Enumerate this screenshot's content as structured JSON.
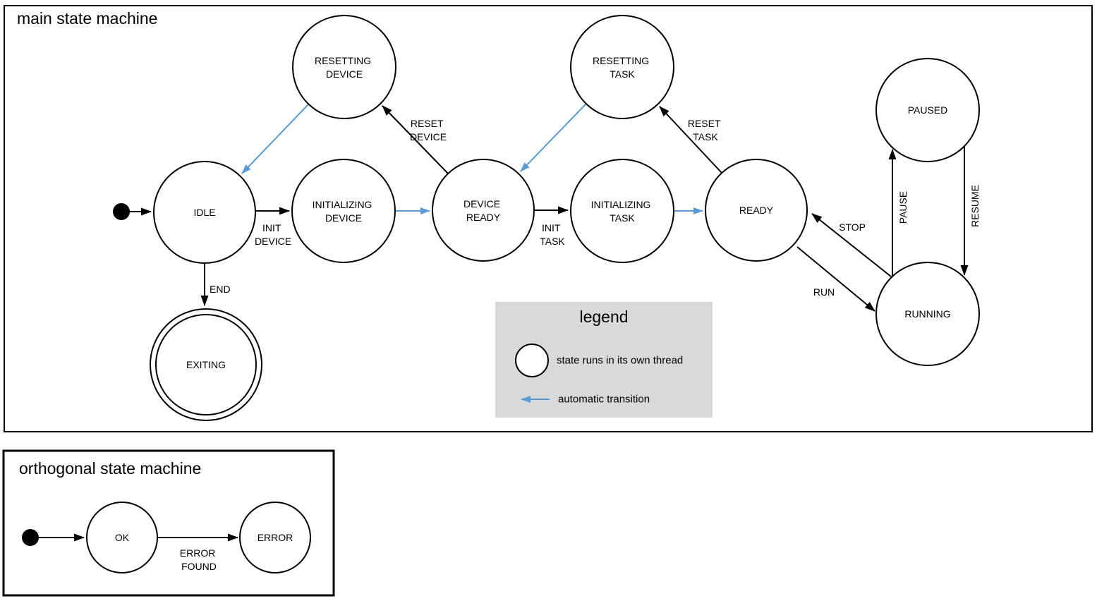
{
  "colors": {
    "threaded_state_fill": "#b4c7e7",
    "auto_transition": "#5b9bd5",
    "legend_bg": "#d9d9d9"
  },
  "main": {
    "title": "main state machine",
    "states": {
      "idle": {
        "label": "IDLE"
      },
      "resetting_device": {
        "line1": "RESETTING",
        "line2": "DEVICE"
      },
      "initializing_device": {
        "line1": "INITIALIZING",
        "line2": "DEVICE"
      },
      "device_ready": {
        "line1": "DEVICE",
        "line2": "READY"
      },
      "resetting_task": {
        "line1": "RESETTING",
        "line2": "TASK"
      },
      "initializing_task": {
        "line1": "INITIALIZING",
        "line2": "TASK"
      },
      "ready": {
        "label": "READY"
      },
      "paused": {
        "label": "PAUSED"
      },
      "running": {
        "label": "RUNNING"
      },
      "exiting": {
        "label": "EXITING"
      }
    },
    "transitions": {
      "init_device": {
        "line1": "INIT",
        "line2": "DEVICE"
      },
      "reset_device": {
        "line1": "RESET",
        "line2": "DEVICE"
      },
      "init_task": {
        "line1": "INIT",
        "line2": "TASK"
      },
      "reset_task": {
        "line1": "RESET",
        "line2": "TASK"
      },
      "end": {
        "label": "END"
      },
      "run": {
        "label": "RUN"
      },
      "stop": {
        "label": "STOP"
      },
      "pause": {
        "label": "PAUSE"
      },
      "resume": {
        "label": "RESUME"
      }
    }
  },
  "legend": {
    "title": "legend",
    "threaded_state_label": "state runs in its own thread",
    "auto_transition_label": "automatic transition"
  },
  "orthogonal": {
    "title": "orthogonal state machine",
    "states": {
      "ok": {
        "label": "OK"
      },
      "error": {
        "label": "ERROR"
      }
    },
    "transitions": {
      "error_found": {
        "line1": "ERROR",
        "line2": "FOUND"
      }
    }
  }
}
